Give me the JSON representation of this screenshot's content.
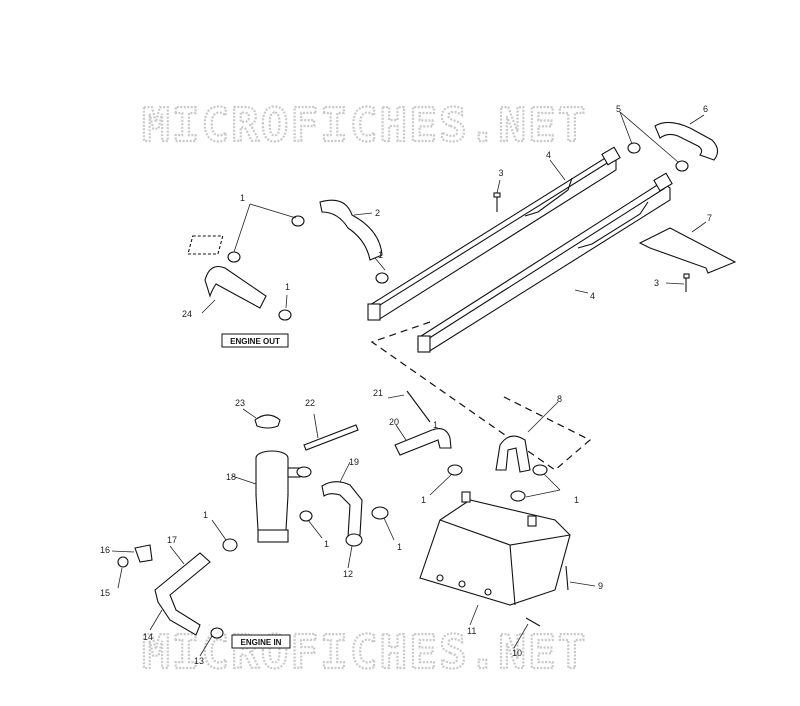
{
  "watermark": "MICROFICHES.NET",
  "labels": {
    "engine_out": "ENGINE OUT",
    "engine_in": "ENGINE IN"
  },
  "callouts": [
    {
      "id": "c1a",
      "text": "1"
    },
    {
      "id": "c1b",
      "text": "1"
    },
    {
      "id": "c1c",
      "text": "1"
    },
    {
      "id": "c1d",
      "text": "1"
    },
    {
      "id": "c1e",
      "text": "1"
    },
    {
      "id": "c1f",
      "text": "1"
    },
    {
      "id": "c1g",
      "text": "1"
    },
    {
      "id": "c1h",
      "text": "1"
    },
    {
      "id": "c1i",
      "text": "1"
    },
    {
      "id": "c2",
      "text": "2"
    },
    {
      "id": "c3a",
      "text": "3"
    },
    {
      "id": "c3b",
      "text": "3"
    },
    {
      "id": "c4a",
      "text": "4"
    },
    {
      "id": "c4b",
      "text": "4"
    },
    {
      "id": "c5",
      "text": "5"
    },
    {
      "id": "c6",
      "text": "6"
    },
    {
      "id": "c7",
      "text": "7"
    },
    {
      "id": "c8",
      "text": "8"
    },
    {
      "id": "c9",
      "text": "9"
    },
    {
      "id": "c10",
      "text": "10"
    },
    {
      "id": "c11",
      "text": "11"
    },
    {
      "id": "c12",
      "text": "12"
    },
    {
      "id": "c13",
      "text": "13"
    },
    {
      "id": "c14",
      "text": "14"
    },
    {
      "id": "c15",
      "text": "15"
    },
    {
      "id": "c16",
      "text": "16"
    },
    {
      "id": "c17",
      "text": "17"
    },
    {
      "id": "c18",
      "text": "18"
    },
    {
      "id": "c19",
      "text": "19"
    },
    {
      "id": "c20",
      "text": "20"
    },
    {
      "id": "c21",
      "text": "21"
    },
    {
      "id": "c22",
      "text": "22"
    },
    {
      "id": "c23",
      "text": "23"
    },
    {
      "id": "c24",
      "text": "24"
    }
  ]
}
